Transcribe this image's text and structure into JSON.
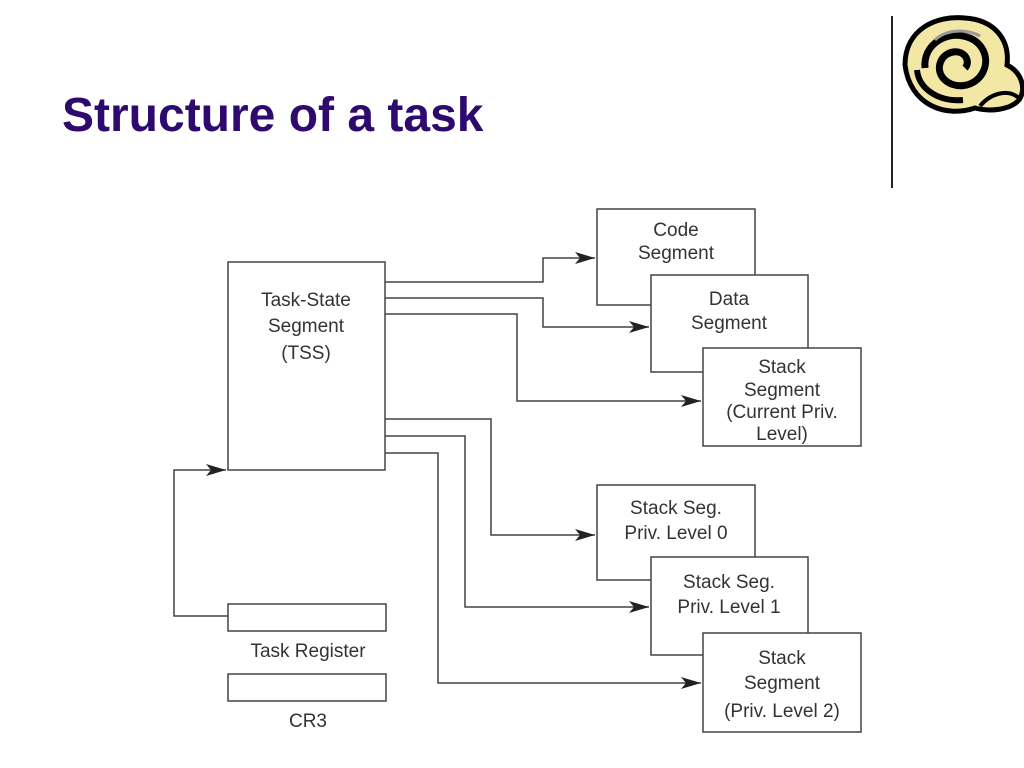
{
  "slide": {
    "title": "Structure of a task",
    "logo_icon": "scroll-icon"
  },
  "diagram": {
    "tss": {
      "lines": [
        "Task-State",
        "Segment",
        "(TSS)"
      ]
    },
    "code_segment": {
      "lines": [
        "Code",
        "Segment"
      ]
    },
    "data_segment": {
      "lines": [
        "Data",
        "Segment"
      ]
    },
    "stack_current": {
      "lines": [
        "Stack",
        "Segment",
        "(Current Priv.",
        "Level)"
      ]
    },
    "stack_pl0": {
      "lines": [
        "Stack Seg.",
        "Priv. Level 0"
      ]
    },
    "stack_pl1": {
      "lines": [
        "Stack Seg.",
        "Priv. Level 1"
      ]
    },
    "stack_pl2": {
      "lines": [
        "Stack",
        "Segment",
        "(Priv. Level 2)"
      ]
    },
    "task_register": {
      "label": "Task Register"
    },
    "cr3": {
      "label": "CR3"
    }
  }
}
